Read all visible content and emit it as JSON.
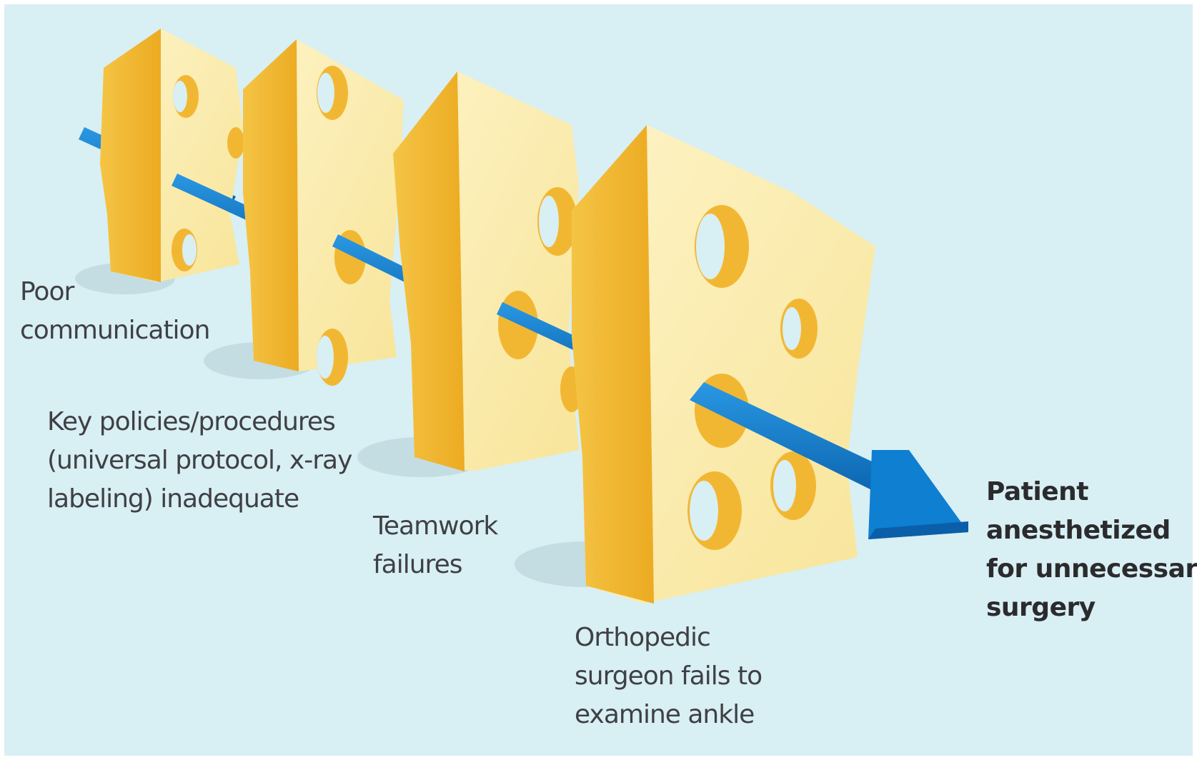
{
  "colors": {
    "background": "#d8eff4",
    "cheese_face": "#fbeeb4",
    "cheese_side": "#f2b732",
    "cheese_edge": "#f6c84e",
    "hole": "#d8eff4",
    "arrow": "#0e7fd1",
    "arrow_dark": "#0a5fa8",
    "shadow": "#bcd6dd",
    "text": "#3f4044"
  },
  "layers": [
    {
      "name": "poor-communication",
      "lines": [
        "Poor",
        "communication"
      ]
    },
    {
      "name": "key-policies",
      "lines": [
        "Key policies/procedures",
        "(universal protocol, x-ray",
        "labeling) inadequate"
      ]
    },
    {
      "name": "teamwork-failures",
      "lines": [
        "Teamwork",
        "failures"
      ]
    },
    {
      "name": "orthopedic-surgeon",
      "lines": [
        "Orthopedic",
        "surgeon fails to",
        "examine ankle"
      ]
    }
  ],
  "outcome": {
    "lines": [
      "Patient",
      "anesthetized",
      "for unnecessary",
      "surgery"
    ]
  }
}
